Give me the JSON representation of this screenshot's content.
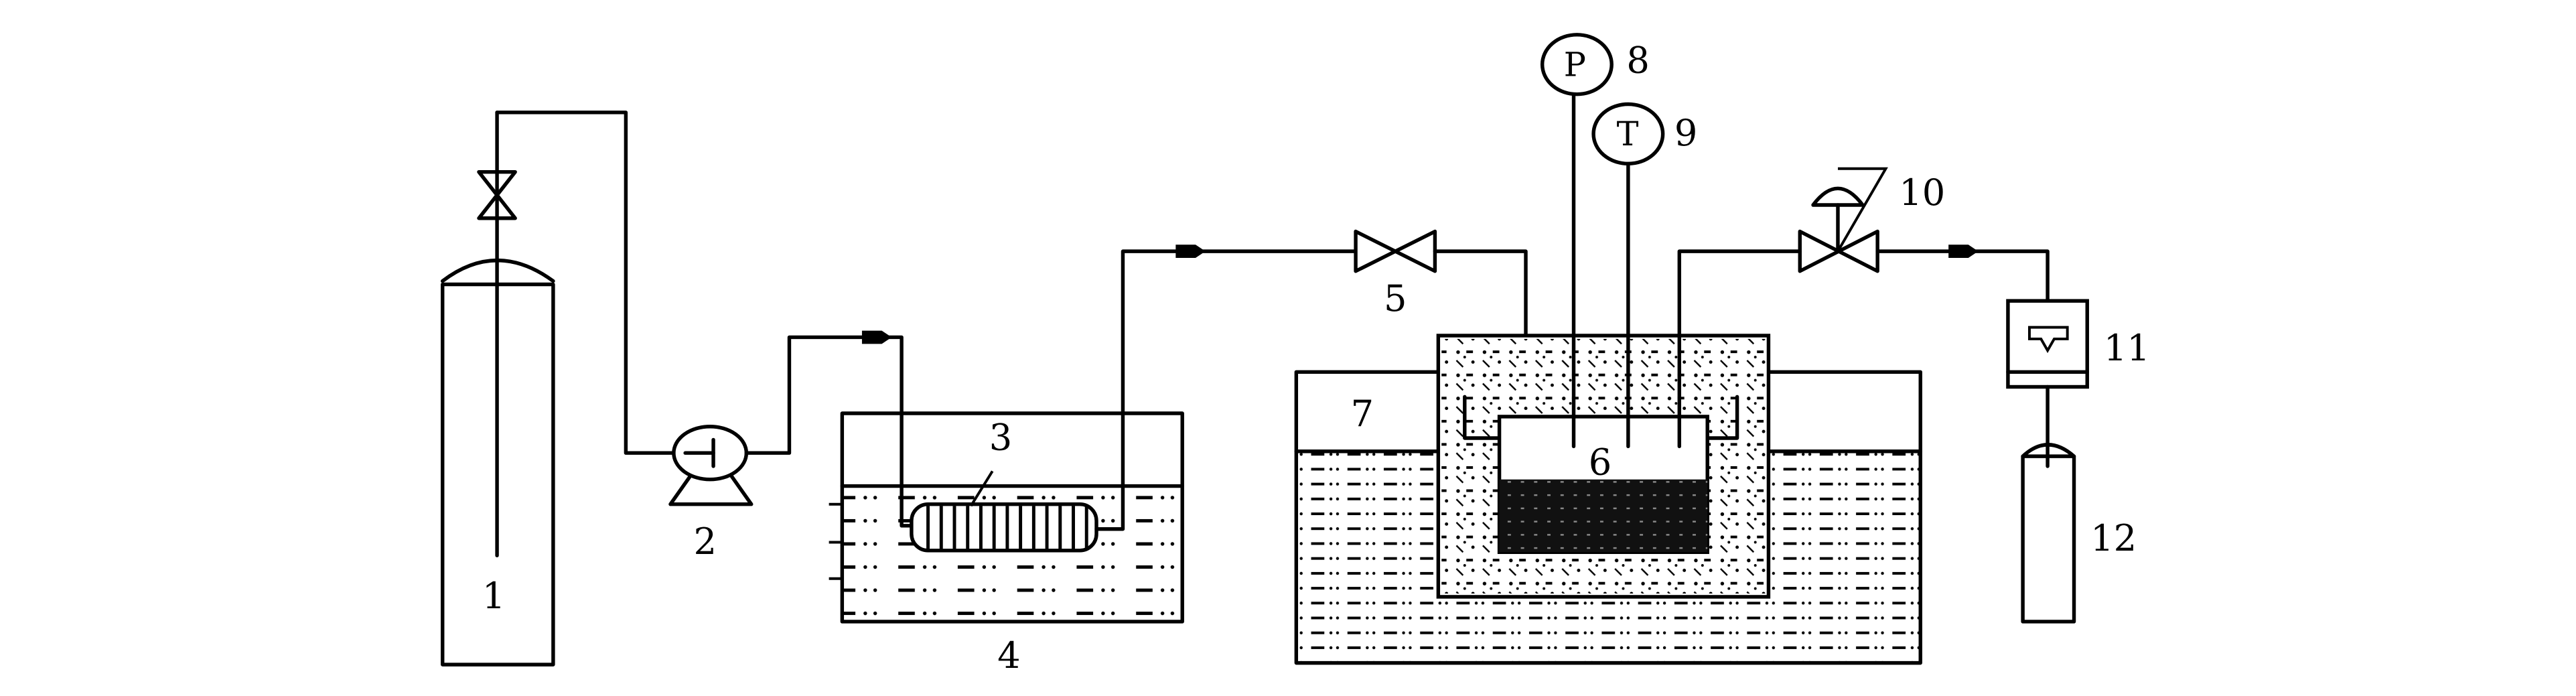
{
  "colors": {
    "stroke": "#000000",
    "background": "#ffffff",
    "sample": "#111111"
  },
  "components": [
    {
      "id": "1",
      "label": "1",
      "kind": "gas-cylinder"
    },
    {
      "id": "2",
      "label": "2",
      "kind": "pump"
    },
    {
      "id": "3",
      "label": "3",
      "kind": "preheating-coil"
    },
    {
      "id": "4",
      "label": "4",
      "kind": "water-bath"
    },
    {
      "id": "5",
      "label": "5",
      "kind": "inlet-valve"
    },
    {
      "id": "6",
      "label": "6",
      "kind": "reactor"
    },
    {
      "id": "7",
      "label": "7",
      "kind": "thermostatic-bath"
    },
    {
      "id": "8",
      "label": "8",
      "kind": "pressure-gauge"
    },
    {
      "id": "9",
      "label": "9",
      "kind": "temperature-sensor"
    },
    {
      "id": "10",
      "label": "10",
      "kind": "back-pressure-valve"
    },
    {
      "id": "11",
      "label": "11",
      "kind": "flow-meter"
    },
    {
      "id": "12",
      "label": "12",
      "kind": "collection-cylinder"
    }
  ],
  "gauges": {
    "pressure_symbol": "P",
    "temperature_symbol": "T"
  }
}
